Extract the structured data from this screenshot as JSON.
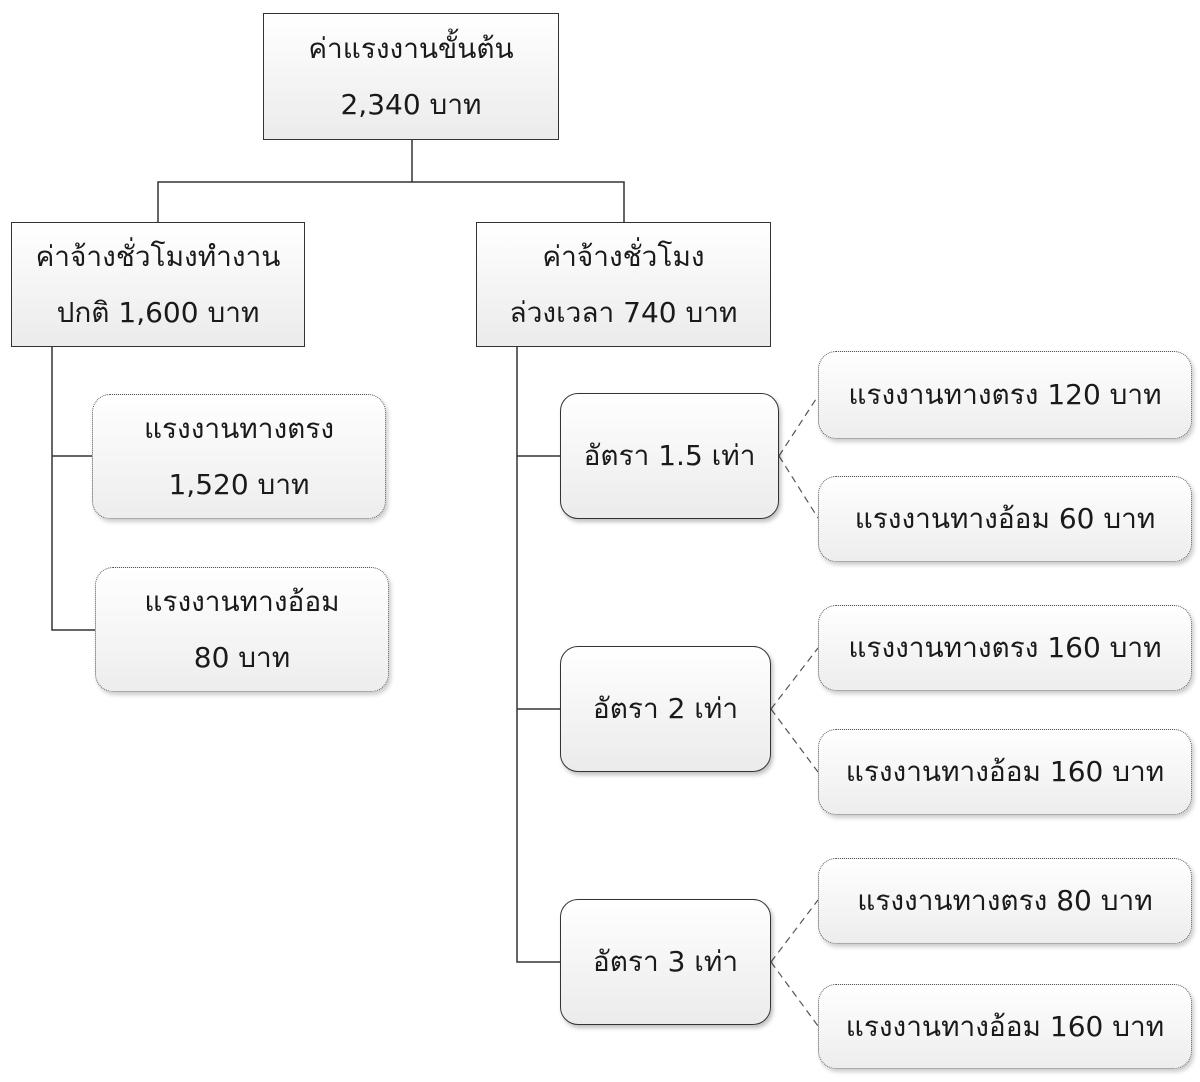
{
  "root": {
    "line1": "ค่าแรงงานขั้นต้น",
    "line2": "2,340 บาท"
  },
  "normal": {
    "line1": "ค่าจ้างชั่วโมงทำงาน",
    "line2": "ปกติ 1,600 บาท",
    "direct": {
      "line1": "แรงงานทางตรง",
      "line2": "1,520 บาท"
    },
    "indirect": {
      "line1": "แรงงานทางอ้อม",
      "line2": "80 บาท"
    }
  },
  "overtime": {
    "line1": "ค่าจ้างชั่วโมง",
    "line2": "ล่วงเวลา 740 บาท",
    "rates": [
      {
        "label": "อัตรา 1.5 เท่า",
        "direct": "แรงงานทางตรง 120 บาท",
        "indirect": "แรงงานทางอ้อม 60 บาท"
      },
      {
        "label": "อัตรา 2 เท่า",
        "direct": "แรงงานทางตรง 160 บาท",
        "indirect": "แรงงานทางอ้อม 160 บาท"
      },
      {
        "label": "อัตรา 3 เท่า",
        "direct": "แรงงานทางตรง 80 บาท",
        "indirect": "แรงงานทางอ้อม 160 บาท"
      }
    ]
  }
}
